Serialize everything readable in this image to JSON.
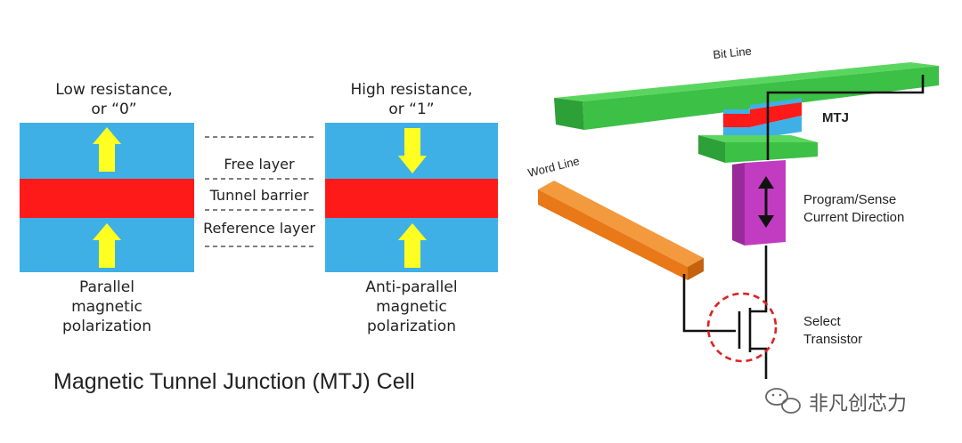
{
  "left_diagram": {
    "low_resistance": {
      "line1": "Low resistance,",
      "line2": "or “0”"
    },
    "high_resistance": {
      "line1": "High resistance,",
      "line2": "or “1”"
    },
    "layers": {
      "free": "Free layer",
      "barrier": "Tunnel barrier",
      "reference": "Reference layer"
    },
    "parallel": {
      "line1": "Parallel",
      "line2": "magnetic",
      "line3": "polarization"
    },
    "antiparallel": {
      "line1": "Anti-parallel",
      "line2": "magnetic",
      "line3": "polarization"
    },
    "caption": "Magnetic Tunnel Junction (MTJ) Cell"
  },
  "right_diagram": {
    "bit_line": "Bit Line",
    "mtj": "MTJ",
    "word_line": "Word Line",
    "current": {
      "line1": "Program/Sense",
      "line2": "Current Direction"
    },
    "select": {
      "line1": "Select",
      "line2": "Transistor"
    }
  },
  "watermark": {
    "text": "非凡创芯力"
  },
  "colors": {
    "blue_layer": "#3fb0e6",
    "red_layer": "#ff1a1a",
    "arrow_yellow": "#ffff22",
    "green_line": "#3cc046",
    "purple_via": "#c13cc0",
    "orange_word": "#e87818",
    "dashed_red": "#dd2222"
  }
}
